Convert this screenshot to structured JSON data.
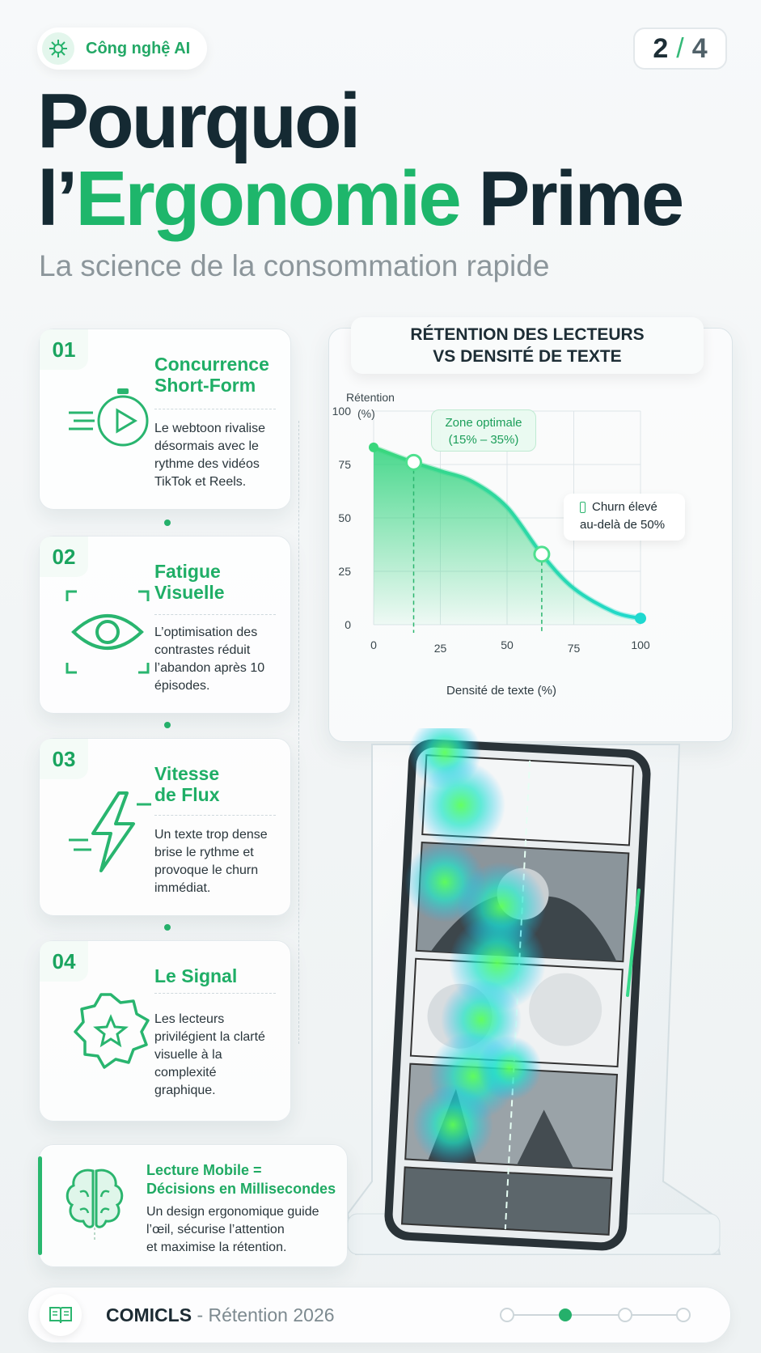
{
  "header": {
    "tag_label": "Công nghệ AI",
    "page_current": "2",
    "page_separator": "/",
    "page_total": "4",
    "title_line1": "Pourquoi",
    "title_prefix": "l’",
    "title_accent": "Ergonomie",
    "title_suffix": " Prime",
    "subtitle": "La science de la consommation rapide"
  },
  "steps": [
    {
      "num": "01",
      "title": "Concurrence Short-Form",
      "desc": "Le webtoon rivalise désormais avec le rythme des vidéos TikTok et Reels.",
      "icon": "stopwatch-play-icon"
    },
    {
      "num": "02",
      "title": "Fatigue Visuelle",
      "desc": "L’optimisation des contrastes réduit l’abandon après 10 épisodes.",
      "icon": "eye-icon"
    },
    {
      "num": "03",
      "title": "Vitesse de Flux",
      "desc": "Un texte trop dense brise le rythme et provoque le churn immédiat.",
      "icon": "lightning-icon"
    },
    {
      "num": "04",
      "title": "Le Signal",
      "desc": "Les lecteurs privilégient la clarté visuelle à la complexité graphique.",
      "icon": "star-badge-icon"
    }
  ],
  "chart_data": {
    "type": "area",
    "title": "RÉTENTION DES LECTEURS VS DENSITÉ DE TEXTE",
    "title_line1": "RÉTENTION DES LECTEURS",
    "title_line2": "VS DENSITÉ DE TEXTE",
    "ylabel_line1": "Rétention",
    "ylabel_line2": "(%)",
    "xlabel": "Densité de texte (%)",
    "xlim": [
      0,
      100
    ],
    "ylim": [
      0,
      100
    ],
    "x_ticks": [
      0,
      25,
      50,
      75,
      100
    ],
    "y_ticks": [
      0,
      25,
      50,
      75,
      100
    ],
    "x_tick_labels": [
      "0",
      "25",
      "50",
      "75",
      "100"
    ],
    "y_tick_labels": [
      "0",
      "25",
      "50",
      "75",
      "100"
    ],
    "series": [
      {
        "values_x": [
          0,
          15,
          25,
          37,
          50,
          63,
          75,
          90,
          100
        ],
        "values_y": [
          83,
          76,
          72,
          67,
          55,
          33,
          17,
          6,
          3
        ]
      }
    ],
    "highlight_points": [
      {
        "x": 15,
        "y": 76
      },
      {
        "x": 63,
        "y": 33
      }
    ],
    "annotations": {
      "optimal_line1": "Zone optimale",
      "optimal_line2": "(15% – 35%)",
      "churn_line1": "Churn élevé",
      "churn_line2": "au-delà de 50%"
    },
    "accent_color": "#2bd27a",
    "secondary_color": "#1fd9d0"
  },
  "summary": {
    "title_line1": "Lecture Mobile =",
    "title_line2": "Décisions en Millisecondes",
    "desc_line1": "Un design ergonomique guide",
    "desc_line2": "l’œil, sécurise l’attention",
    "desc_line3": "et maximise la rétention."
  },
  "footer": {
    "brand": "COMICLS",
    "dash": " - ",
    "sub": "Rétention 2026",
    "active_dot": 2,
    "dot_count": 4
  },
  "colors": {
    "accent": "#1eb66b",
    "dark": "#152a33",
    "muted": "#8c969b"
  }
}
